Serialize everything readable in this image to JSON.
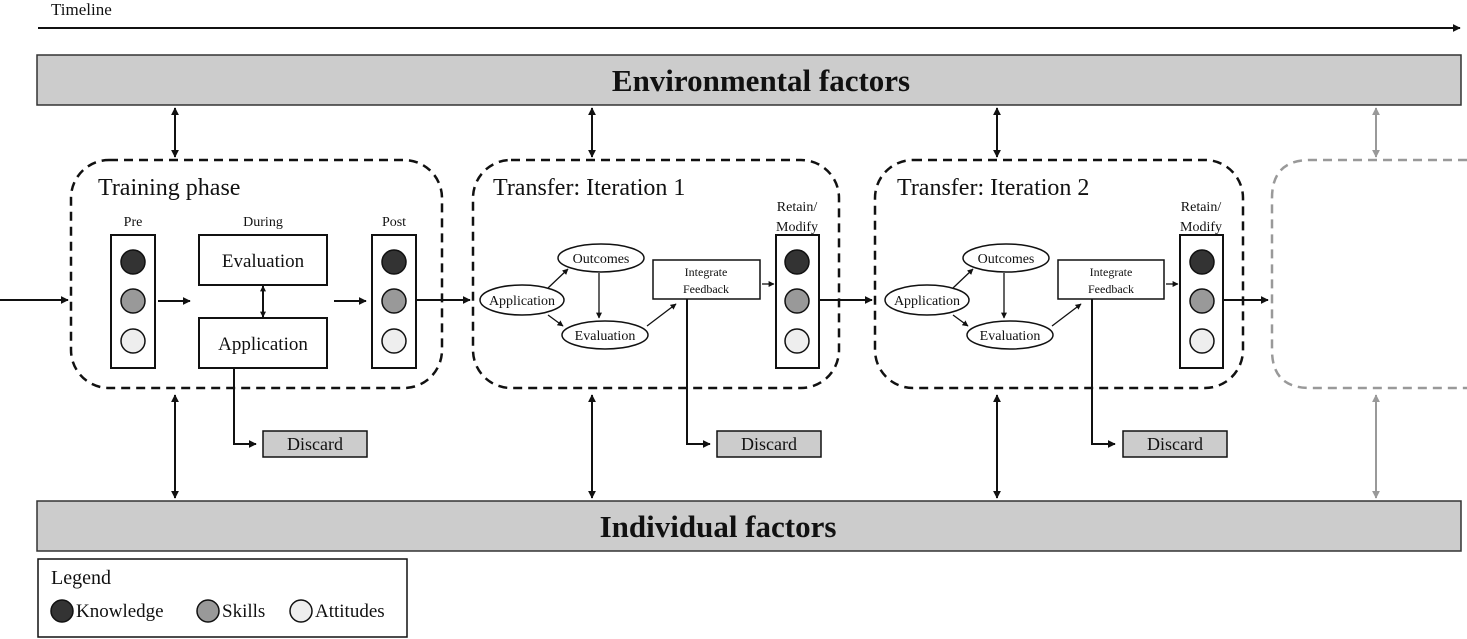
{
  "timeline": {
    "label": "Timeline"
  },
  "environment_bar": {
    "label": "Environmental factors"
  },
  "individual_bar": {
    "label": "Individual factors"
  },
  "training_phase": {
    "title": "Training phase",
    "pre_label": "Pre",
    "during_label": "During",
    "post_label": "Post",
    "evaluation_label": "Evaluation",
    "application_label": "Application",
    "discard_label": "Discard"
  },
  "iterations": [
    {
      "title": "Transfer: Iteration 1",
      "application_label": "Application",
      "outcomes_label": "Outcomes",
      "evaluation_label": "Evaluation",
      "integrate_label_line1": "Integrate",
      "integrate_label_line2": "Feedback",
      "retain_label_line1": "Retain/",
      "retain_label_line2": "Modify",
      "discard_label": "Discard"
    },
    {
      "title": "Transfer: Iteration 2",
      "application_label": "Application",
      "outcomes_label": "Outcomes",
      "evaluation_label": "Evaluation",
      "integrate_label_line1": "Integrate",
      "integrate_label_line2": "Feedback",
      "retain_label_line1": "Retain/",
      "retain_label_line2": "Modify",
      "discard_label": "Discard"
    }
  ],
  "legend": {
    "title": "Legend",
    "items": [
      {
        "label": "Knowledge",
        "color": "#333333"
      },
      {
        "label": "Skills",
        "color": "#999999"
      },
      {
        "label": "Attitudes",
        "color": "#eeeeee"
      }
    ]
  },
  "colors": {
    "bar_fill": "#cccccc",
    "discard_fill": "#cccccc",
    "line": "#111111",
    "faded": "#999999"
  }
}
